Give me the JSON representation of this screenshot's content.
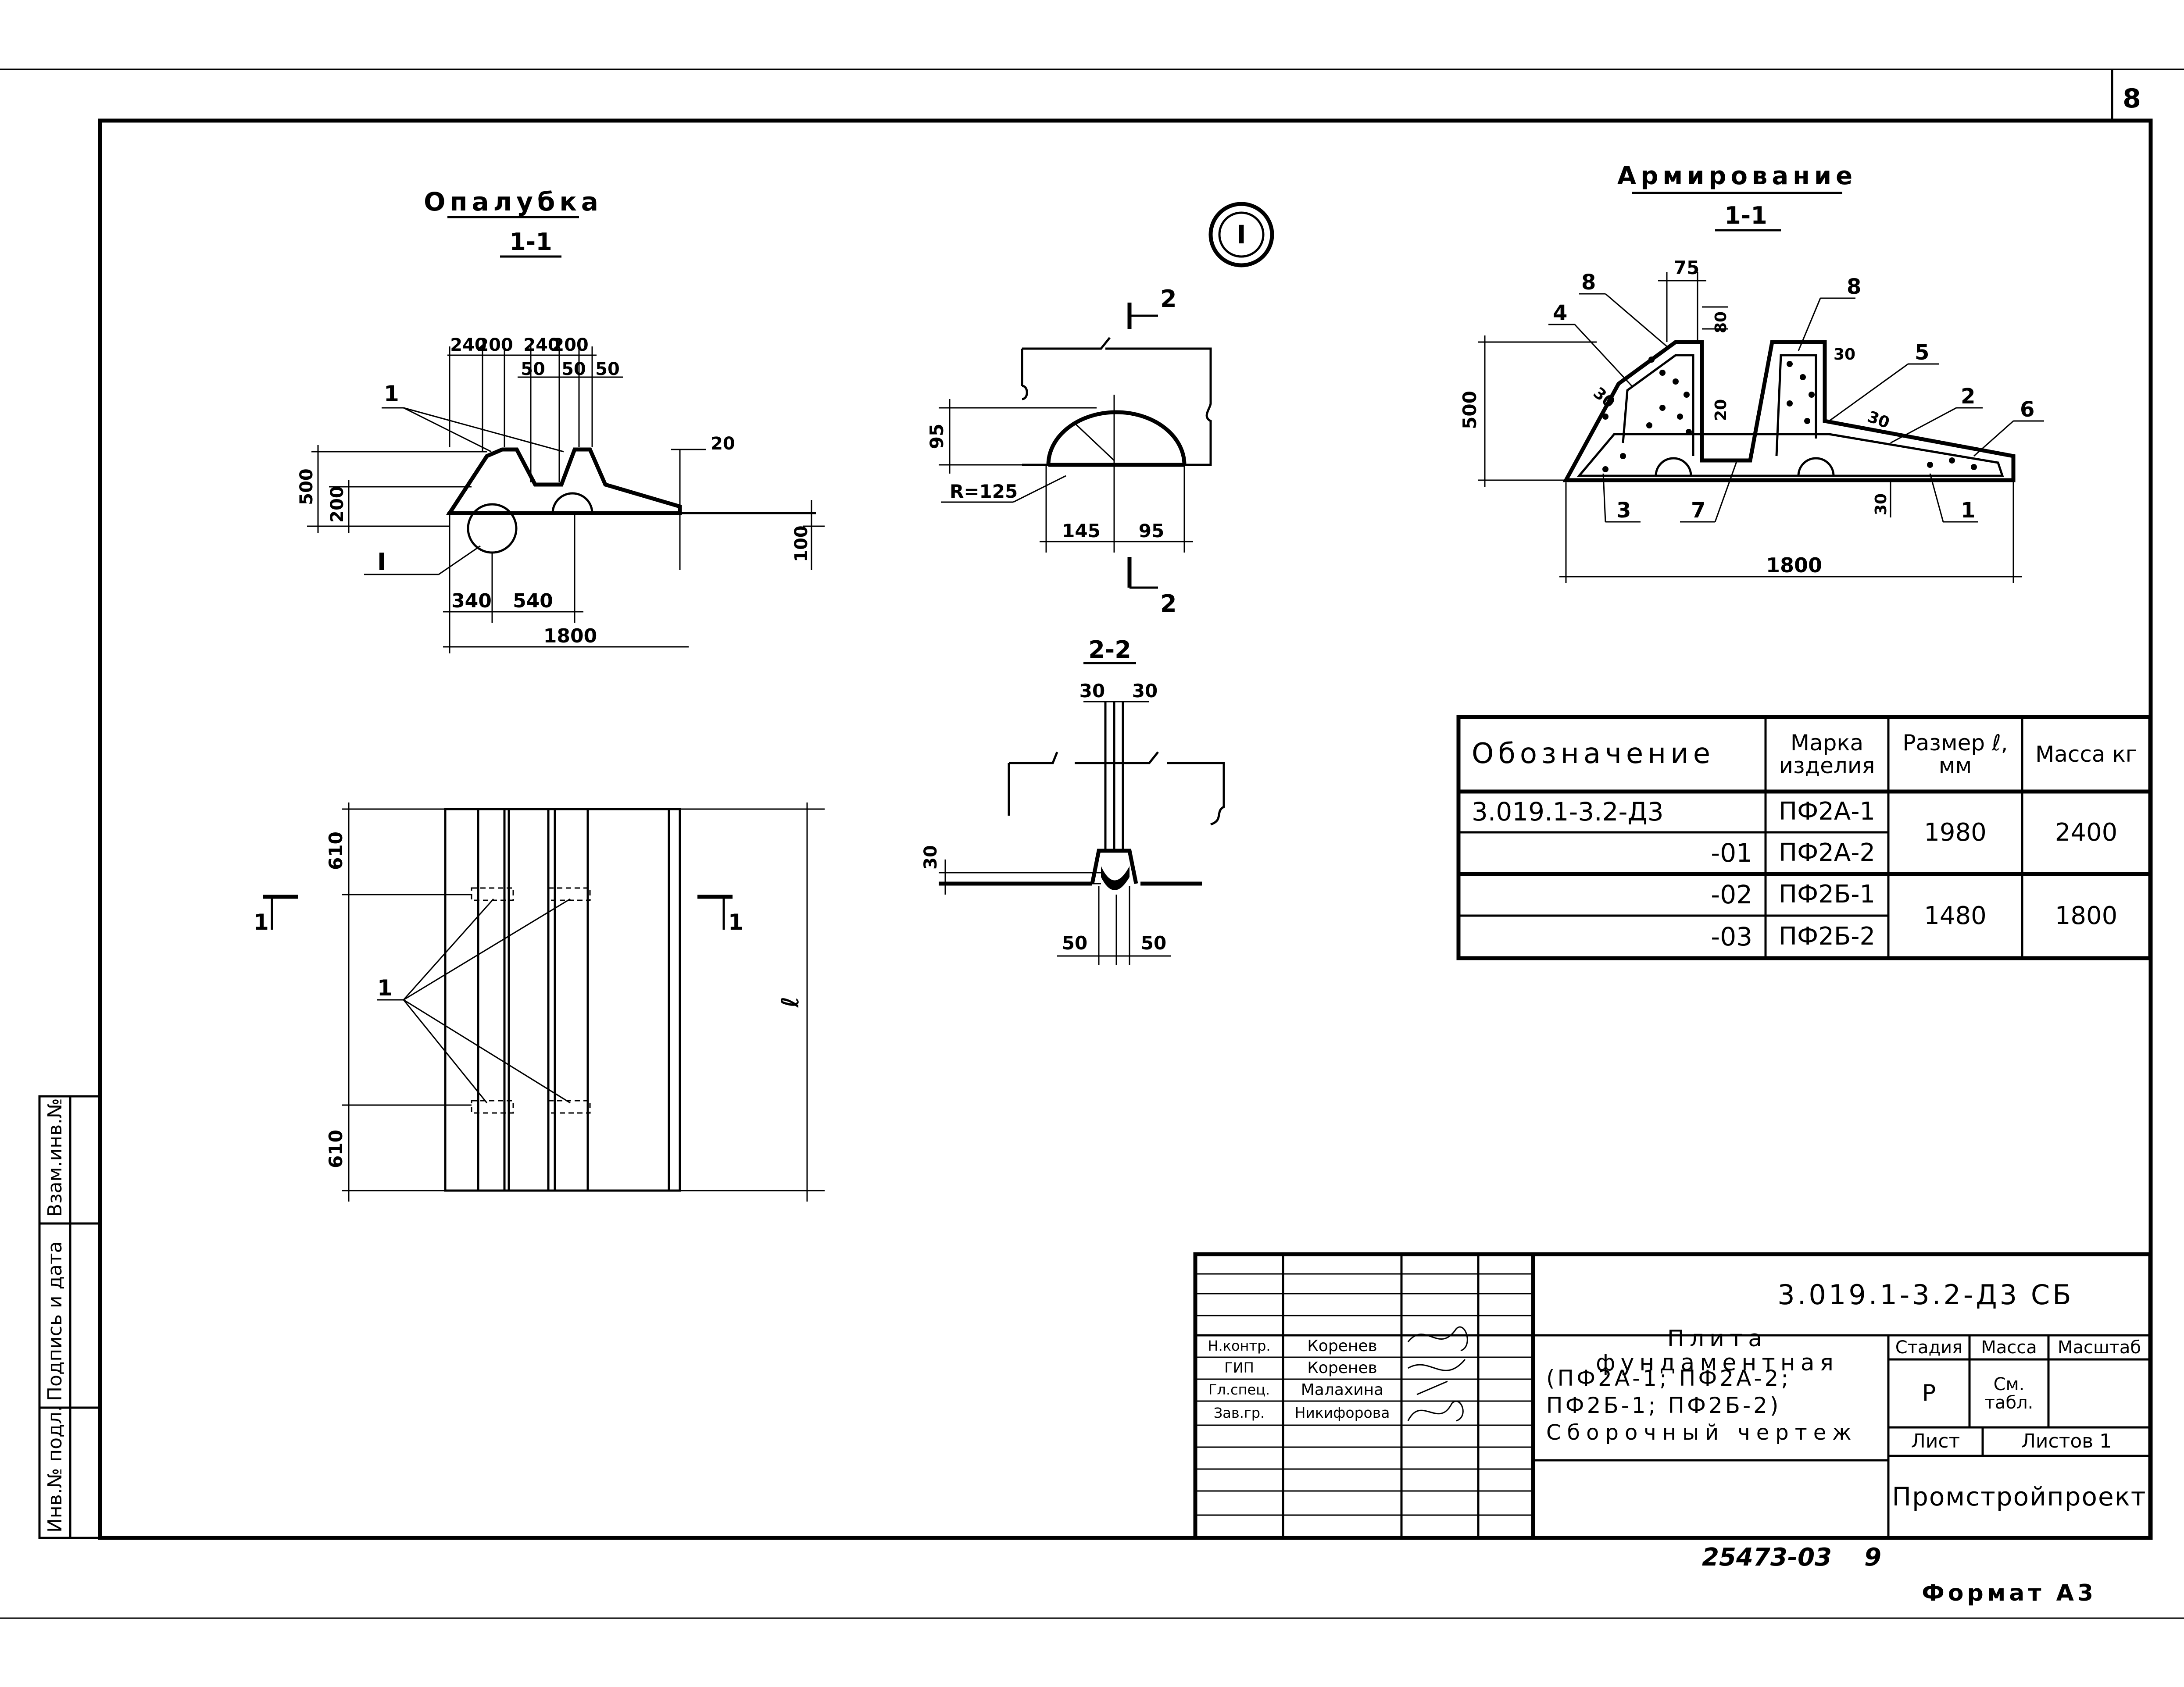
{
  "sheet": {
    "page_number": "8",
    "stamp_number": "25473-03",
    "stamp_sheet": "9",
    "format_label": "Формат А3"
  },
  "formwork": {
    "title": "Опалубка",
    "section": "1-1",
    "dims_top": [
      "240",
      "200",
      "240",
      "200"
    ],
    "dims_sub": [
      "50",
      "50",
      "50"
    ],
    "dim_500": "500",
    "dim_200": "200",
    "dim_20": "20",
    "dim_100": "100",
    "dim_340": "340",
    "dim_540": "540",
    "dim_1800": "1800",
    "callout_1": "1",
    "callout_I": "I"
  },
  "node": {
    "marker": "I",
    "dim_95": "95",
    "radius": "R=125",
    "dim_145": "145",
    "dim_95b": "95",
    "cut": "2"
  },
  "section22": {
    "title": "2-2",
    "dim_30a": "30",
    "dim_30b": "30",
    "dim_30c": "30",
    "dim_50a": "50",
    "dim_50b": "50"
  },
  "plan": {
    "dim_610a": "610",
    "dim_610b": "610",
    "dim_l": "ℓ",
    "callout_1": "1",
    "cut_left": "1",
    "cut_right": "1"
  },
  "reinforcement": {
    "title": "Армирование",
    "section": "1-1",
    "dim_75": "75",
    "dim_80": "80",
    "dim_500": "500",
    "dim_20": "20",
    "dim_30a": "30",
    "dim_30b": "30",
    "dim_30c": "30",
    "dim_30d": "30",
    "dim_1800": "1800",
    "callouts": [
      "8",
      "4",
      "8",
      "5",
      "2",
      "6",
      "3",
      "7",
      "1"
    ]
  },
  "spec_table": {
    "headers": [
      "Обозначение",
      "Марка изделия",
      "Размер ℓ, мм",
      "Масса кг"
    ],
    "rows": [
      {
        "designation": "3.019.1-3.2-Д3",
        "mark": "ПФ2А-1"
      },
      {
        "designation": "-01",
        "mark": "ПФ2А-2"
      },
      {
        "designation": "-02",
        "mark": "ПФ2Б-1"
      },
      {
        "designation": "-03",
        "mark": "ПФ2Б-2"
      }
    ],
    "sizes": [
      "1980",
      "1480"
    ],
    "masses": [
      "2400",
      "1800"
    ]
  },
  "title_block": {
    "doc_code": "3.019.1-3.2-Д3 СБ",
    "roles": [
      "Н.контр.",
      "ГИП",
      "Гл.спец.",
      "Зав.гр."
    ],
    "names": [
      "Коренев",
      "Коренев",
      "Малахина",
      "Никифорова"
    ],
    "title_line1": "Плита фундаментная",
    "title_line2": "(ПФ2А-1; ПФ2А-2;",
    "title_line3": "ПФ2Б-1; ПФ2Б-2)",
    "title_line4": "Сборочный чертеж",
    "stage_label": "Стадия",
    "mass_label": "Масса",
    "scale_label": "Масштаб",
    "stage_value": "Р",
    "mass_value": "См. табл.",
    "sheet_label": "Лист",
    "sheets_label": "Листов 1",
    "organization": "Промстройпроект"
  },
  "side_stamp": {
    "labels": [
      "Инв.№ подл.",
      "Подпись и дата",
      "Взам.инв.№"
    ]
  }
}
